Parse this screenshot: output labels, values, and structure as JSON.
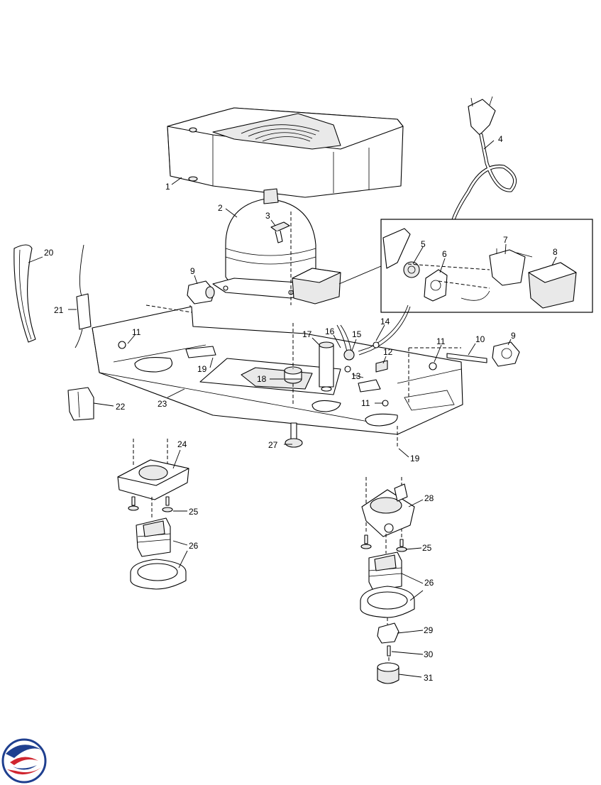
{
  "callouts": [
    {
      "id": "c1",
      "text": "1"
    },
    {
      "id": "c2",
      "text": "2"
    },
    {
      "id": "c3",
      "text": "3"
    },
    {
      "id": "c4",
      "text": "4"
    },
    {
      "id": "c5",
      "text": "5"
    },
    {
      "id": "c6",
      "text": "6"
    },
    {
      "id": "c7",
      "text": "7"
    },
    {
      "id": "c8",
      "text": "8"
    },
    {
      "id": "c9a",
      "text": "9"
    },
    {
      "id": "c9b",
      "text": "9"
    },
    {
      "id": "c10",
      "text": "10"
    },
    {
      "id": "c11a",
      "text": "11"
    },
    {
      "id": "c11b",
      "text": "11"
    },
    {
      "id": "c11c",
      "text": "11"
    },
    {
      "id": "c12",
      "text": "12"
    },
    {
      "id": "c13",
      "text": "13"
    },
    {
      "id": "c14",
      "text": "14"
    },
    {
      "id": "c15",
      "text": "15"
    },
    {
      "id": "c16",
      "text": "16"
    },
    {
      "id": "c17",
      "text": "17"
    },
    {
      "id": "c18",
      "text": "18"
    },
    {
      "id": "c19a",
      "text": "19"
    },
    {
      "id": "c19b",
      "text": "19"
    },
    {
      "id": "c20",
      "text": "20"
    },
    {
      "id": "c21",
      "text": "21"
    },
    {
      "id": "c22",
      "text": "22"
    },
    {
      "id": "c23",
      "text": "23"
    },
    {
      "id": "c24",
      "text": "24"
    },
    {
      "id": "c25a",
      "text": "25"
    },
    {
      "id": "c25b",
      "text": "25"
    },
    {
      "id": "c26a",
      "text": "26"
    },
    {
      "id": "c26b",
      "text": "26"
    },
    {
      "id": "c27",
      "text": "27"
    },
    {
      "id": "c28",
      "text": "28"
    },
    {
      "id": "c29",
      "text": "29"
    },
    {
      "id": "c30",
      "text": "30"
    },
    {
      "id": "c31",
      "text": "31"
    }
  ],
  "logo": {
    "icon": "brand-swirl-logo",
    "colors": {
      "blue": "#1f3f8f",
      "red": "#d0262f"
    }
  }
}
